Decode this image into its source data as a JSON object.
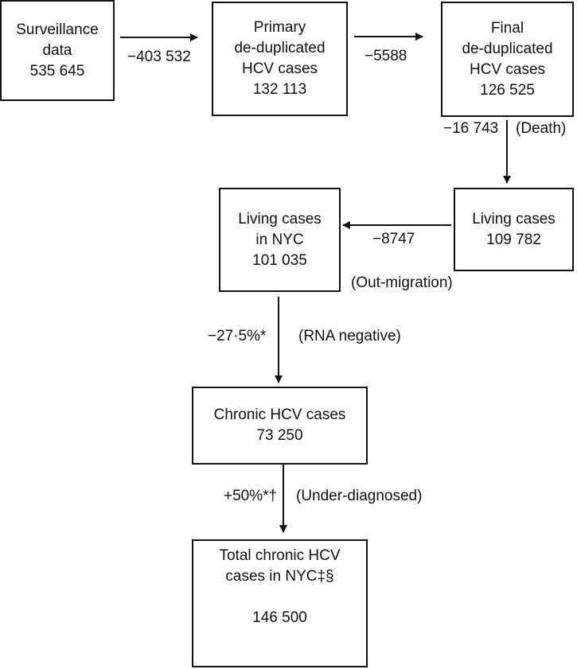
{
  "diagram": {
    "nodes": [
      {
        "id": "surveillance",
        "lines": [
          "Surveillance",
          "data",
          "535 645"
        ]
      },
      {
        "id": "primary",
        "lines": [
          "Primary",
          "de-duplicated",
          "HCV cases",
          "132 113"
        ]
      },
      {
        "id": "final",
        "lines": [
          "Final",
          "de-duplicated",
          "HCV cases",
          "126 525"
        ]
      },
      {
        "id": "living",
        "lines": [
          "Living cases",
          "109 782"
        ]
      },
      {
        "id": "living_nyc",
        "lines": [
          "Living cases",
          "in NYC",
          "101 035"
        ]
      },
      {
        "id": "chronic",
        "lines": [
          "Chronic HCV cases",
          "73 250"
        ]
      },
      {
        "id": "total",
        "lines": [
          "Total chronic HCV",
          "cases in NYC‡§",
          "",
          "146 500"
        ]
      }
    ],
    "edges": [
      {
        "from": "surveillance",
        "to": "primary",
        "value": "−403 532",
        "note": ""
      },
      {
        "from": "primary",
        "to": "final",
        "value": "−5588",
        "note": ""
      },
      {
        "from": "final",
        "to": "living",
        "value": "−16 743",
        "note": "(Death)"
      },
      {
        "from": "living",
        "to": "living_nyc",
        "value": "−8747",
        "note": "(Out-migration)"
      },
      {
        "from": "living_nyc",
        "to": "chronic",
        "value": "−27·5%*",
        "note": "(RNA negative)"
      },
      {
        "from": "chronic",
        "to": "total",
        "value": "+50%*†",
        "note": "(Under-diagnosed)"
      }
    ]
  }
}
